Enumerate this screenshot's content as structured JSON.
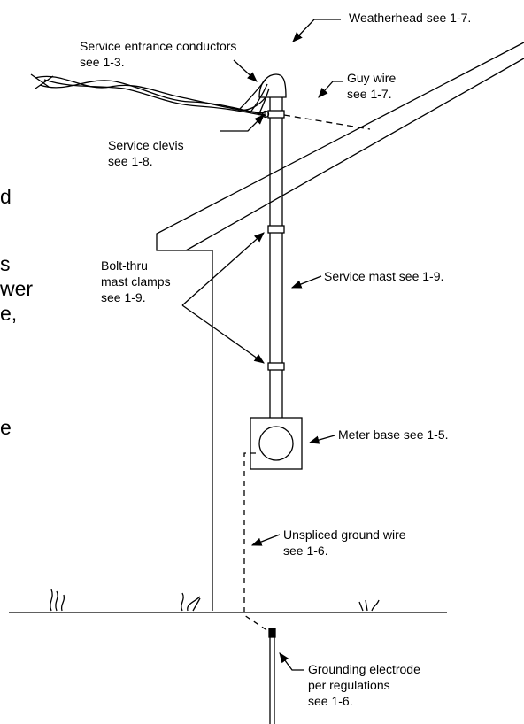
{
  "labels": {
    "weatherhead": "Weatherhead see 1-7.",
    "service_entrance_1": "Service entrance conductors",
    "service_entrance_2": "see 1-3.",
    "guy_wire_1": "Guy wire",
    "guy_wire_2": "see 1-7.",
    "service_clevis_1": "Service clevis",
    "service_clevis_2": "see 1-8.",
    "bolt_thru_1": "Bolt-thru",
    "bolt_thru_2": "mast clamps",
    "bolt_thru_3": "see 1-9.",
    "service_mast": "Service mast see 1-9.",
    "meter_base": "Meter base see 1-5.",
    "ground_wire_1": "Unspliced ground wire",
    "ground_wire_2": "see 1-6.",
    "electrode_1": "Grounding electrode",
    "electrode_2": "per regulations",
    "electrode_3": "see 1-6."
  },
  "left_fragments": {
    "line1": "d",
    "line2": "s",
    "line3": "wer",
    "line4": "e,",
    "line5": "e"
  }
}
